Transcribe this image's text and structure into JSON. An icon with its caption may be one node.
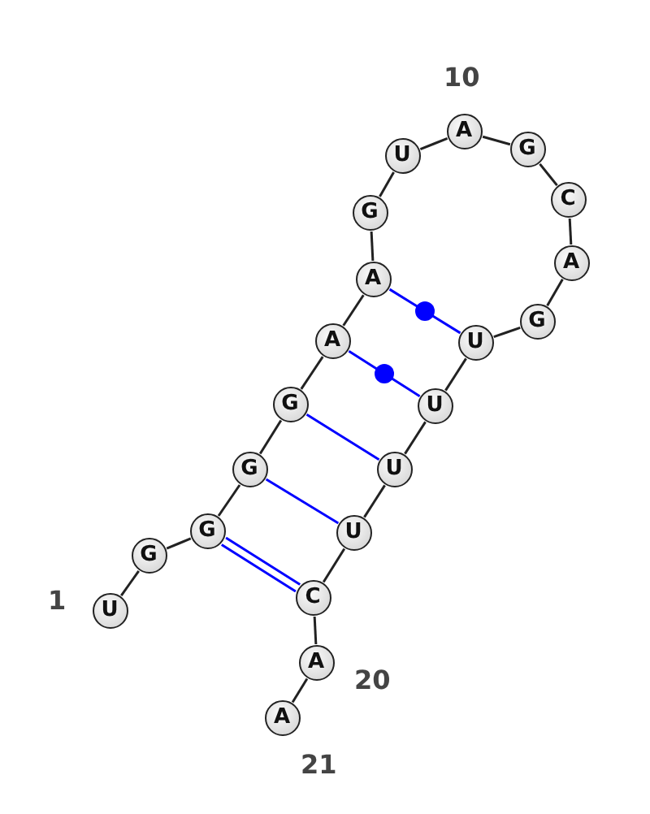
{
  "diagram": {
    "nodes": [
      {
        "text": [
          "U"
        ]
      },
      {
        "text": [
          "G"
        ]
      },
      {
        "text": [
          "G"
        ]
      },
      {
        "text": [
          "G"
        ]
      },
      {
        "text": [
          "G"
        ]
      },
      {
        "text": [
          "A"
        ]
      },
      {
        "text": [
          "A"
        ]
      },
      {
        "text": [
          "G"
        ]
      },
      {
        "text": [
          "U"
        ]
      },
      {
        "text": [
          "A"
        ]
      },
      {
        "text": [
          "G"
        ]
      },
      {
        "text": [
          "C"
        ]
      },
      {
        "text": [
          "A"
        ]
      },
      {
        "text": [
          "G"
        ]
      },
      {
        "text": [
          "U"
        ]
      },
      {
        "text": [
          "U"
        ]
      },
      {
        "text": [
          "U"
        ]
      },
      {
        "text": [
          "U"
        ]
      },
      {
        "text": [
          "C"
        ]
      },
      {
        "text": [
          "A"
        ]
      },
      {
        "text": [
          "A"
        ]
      }
    ],
    "edges": [
      {
        "from": 0,
        "to": 1,
        "arrow": "none"
      },
      {
        "from": 1,
        "to": 2,
        "arrow": "none"
      },
      {
        "from": 2,
        "to": 3,
        "arrow": "none"
      },
      {
        "from": 3,
        "to": 4,
        "arrow": "none"
      },
      {
        "from": 4,
        "to": 5,
        "arrow": "none"
      },
      {
        "from": 5,
        "to": 6,
        "arrow": "none"
      },
      {
        "from": 6,
        "to": 7,
        "arrow": "none"
      },
      {
        "from": 7,
        "to": 8,
        "arrow": "none"
      },
      {
        "from": 8,
        "to": 9,
        "arrow": "none"
      },
      {
        "from": 9,
        "to": 10,
        "arrow": "none"
      },
      {
        "from": 10,
        "to": 11,
        "arrow": "none"
      },
      {
        "from": 11,
        "to": 12,
        "arrow": "none"
      },
      {
        "from": 12,
        "to": 13,
        "arrow": "none"
      },
      {
        "from": 13,
        "to": 14,
        "arrow": "none"
      },
      {
        "from": 14,
        "to": 15,
        "arrow": "none"
      },
      {
        "from": 15,
        "to": 16,
        "arrow": "none"
      },
      {
        "from": 16,
        "to": 17,
        "arrow": "none"
      },
      {
        "from": 17,
        "to": 18,
        "arrow": "none"
      },
      {
        "from": 18,
        "to": 19,
        "arrow": "none"
      },
      {
        "from": 19,
        "to": 20,
        "arrow": "none"
      },
      {
        "from": 6,
        "to": 14,
        "arrow": "none",
        "color": "#0000ff"
      },
      {
        "from": 5,
        "to": 15,
        "arrow": "none",
        "color": "#0000ff"
      },
      {
        "from": 4,
        "to": 16,
        "arrow": "none",
        "color": "#0000ff"
      },
      {
        "from": 3,
        "to": 17,
        "arrow": "none",
        "color": "#0000ff"
      },
      {
        "from": 2,
        "to": 18,
        "arrow": "none",
        "color": "#0000ff"
      }
    ],
    "labels": [
      "10",
      "1",
      "20",
      "21"
    ]
  }
}
